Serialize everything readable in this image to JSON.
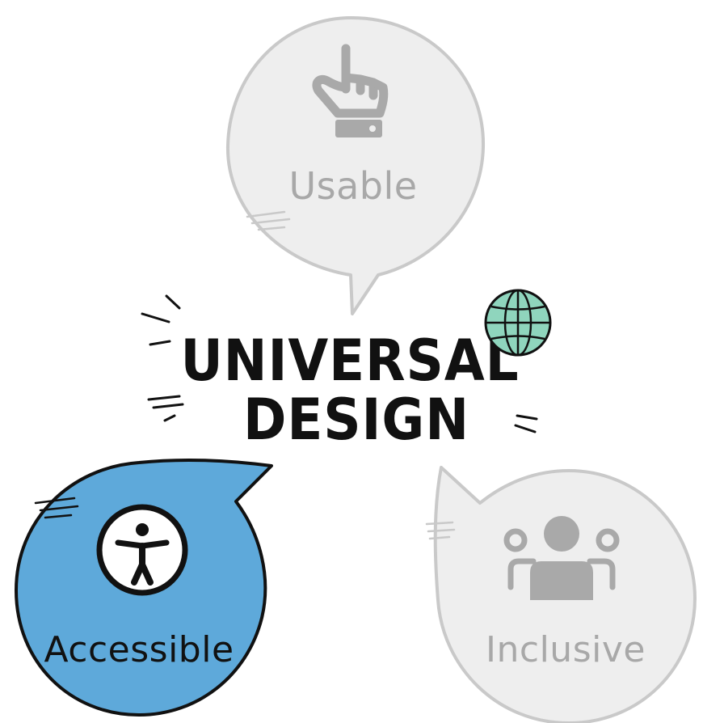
{
  "title": {
    "line1": "UNIVERSAL",
    "line2": "DESIGN"
  },
  "bubbles": {
    "usable": {
      "label": "Usable",
      "icon": "pointing-hand-icon",
      "color": "#eeeeee",
      "outline": "#c9c9c9",
      "text_color": "#a8a8a8"
    },
    "accessible": {
      "label": "Accessible",
      "icon": "accessibility-person-icon",
      "color": "#5ea9da",
      "outline": "#111111",
      "text_color": "#111111"
    },
    "inclusive": {
      "label": "Inclusive",
      "icon": "group-of-people-icon",
      "color": "#eeeeee",
      "outline": "#c9c9c9",
      "text_color": "#a8a8a8"
    }
  },
  "globe": {
    "icon": "globe-icon",
    "color": "#8fd5bd"
  }
}
